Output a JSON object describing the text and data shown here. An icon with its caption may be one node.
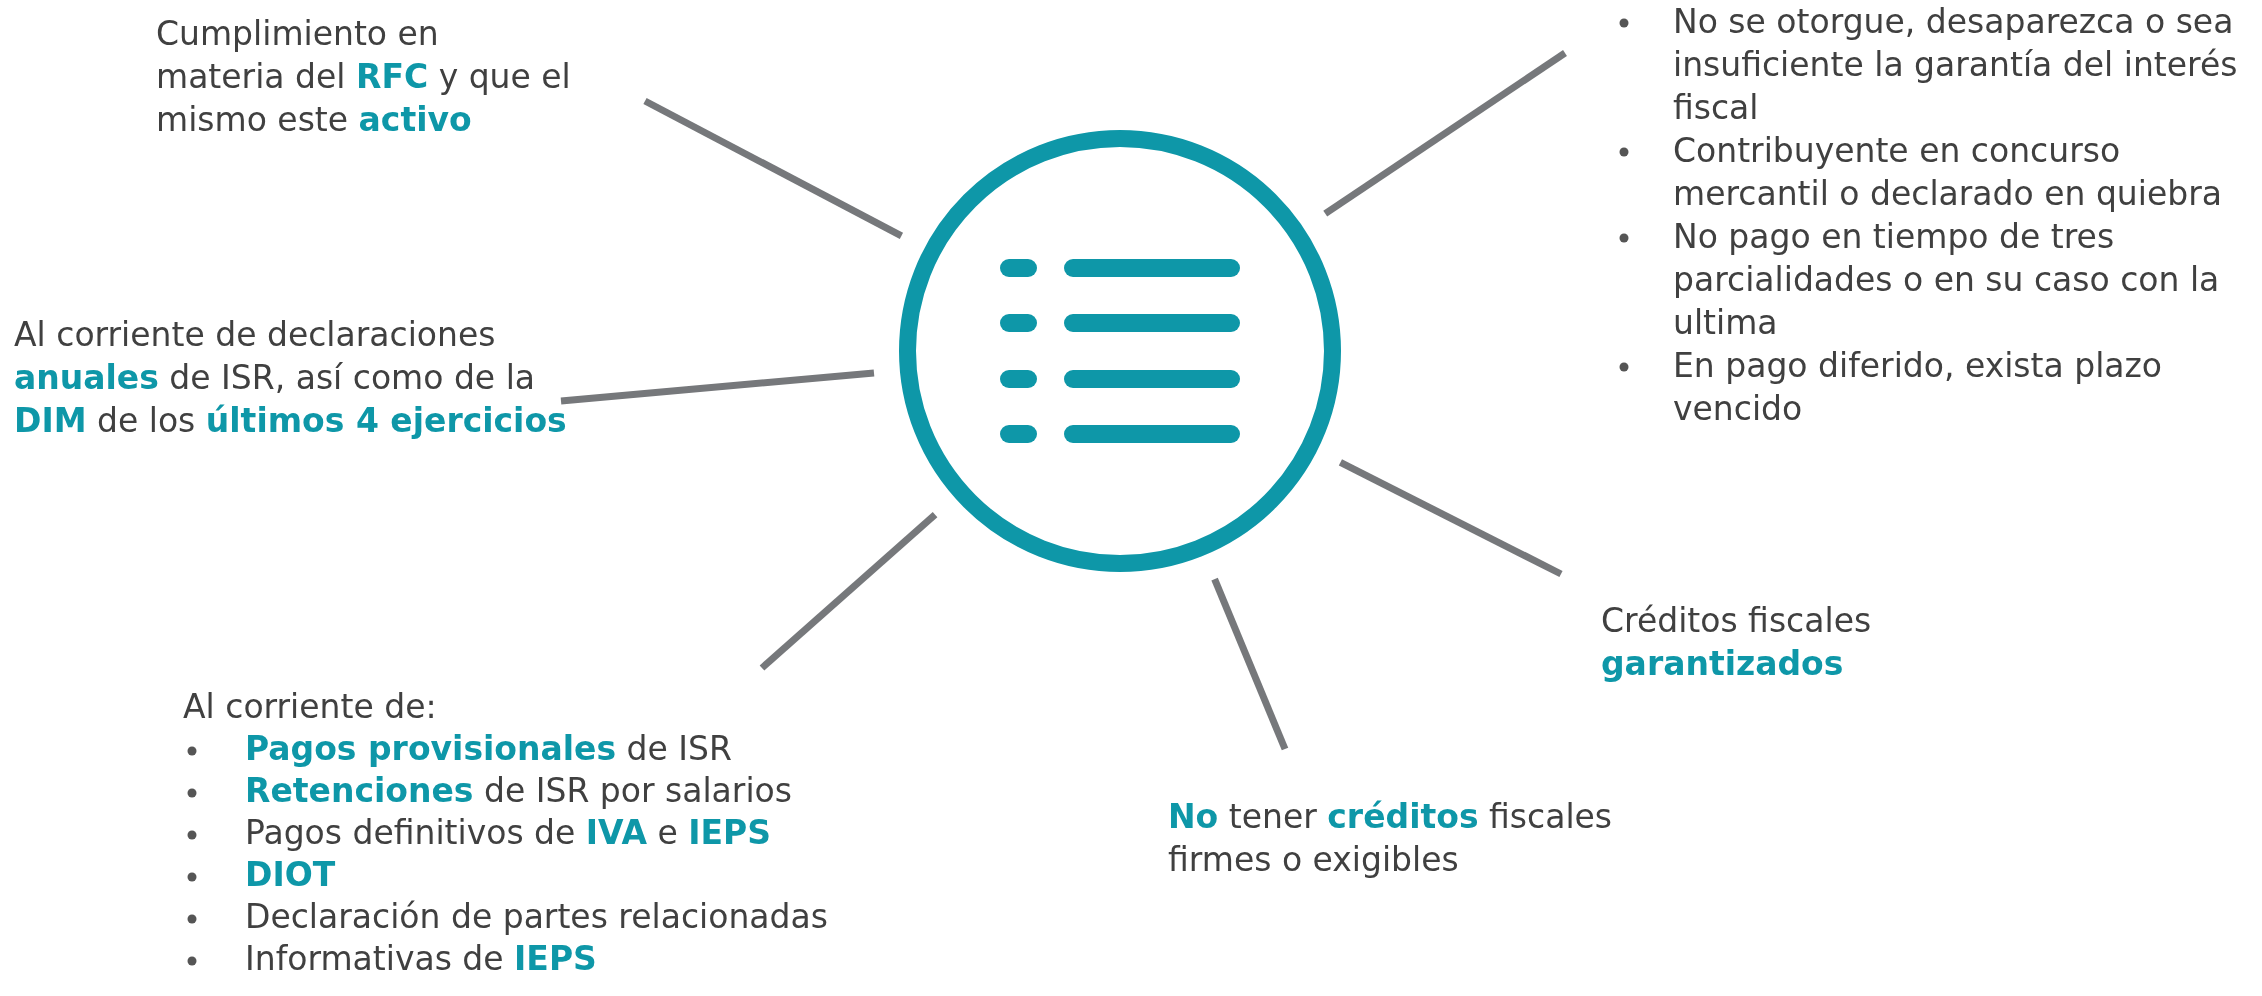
{
  "diagram": {
    "nodes": [
      {
        "text": [
          "Cumplimiento en materia del **RFC** y que el mismo este **activo**"
        ]
      },
      {
        "text": [
          "No se otorgue, desaparezca o sea insuficiente la garantía del interés fiscal",
          "Contribuyente en concurso mercantil o declarado en quiebra",
          "No pago en tiempo de tres parcialidades o en su caso con la ultima",
          "En pago diferido, exista plazo vencido"
        ]
      },
      {
        "text": [
          "Al corriente de declaraciones **anuales** de ISR, así como de la **DIM** de los **últimos 4 ejercicios**"
        ]
      },
      {
        "text": [],
        "shape": "picture"
      },
      {
        "text": [
          "Créditos fiscales **garantizados**"
        ]
      },
      {
        "text": [
          "Al corriente de:",
          "**Pagos provisionales** de ISR",
          "**Retenciones** de ISR por salarios",
          "Pagos definitivos de **IVA** e **IEPS**",
          "**DIOT**",
          "Declaración de partes relacionadas",
          "Informativas de **IEPS**"
        ]
      },
      {
        "text": [
          "**No** tener **créditos** fiscales firmes o exigibles"
        ]
      }
    ],
    "edges": [
      {
        "from": 0,
        "to": 3,
        "arrow": "none"
      },
      {
        "from": 1,
        "to": 3,
        "arrow": "none"
      },
      {
        "from": 2,
        "to": 3,
        "arrow": "none"
      },
      {
        "from": 4,
        "to": 3,
        "arrow": "none"
      },
      {
        "from": 5,
        "to": 3,
        "arrow": "none"
      },
      {
        "from": 6,
        "to": 3,
        "arrow": "none"
      }
    ]
  }
}
